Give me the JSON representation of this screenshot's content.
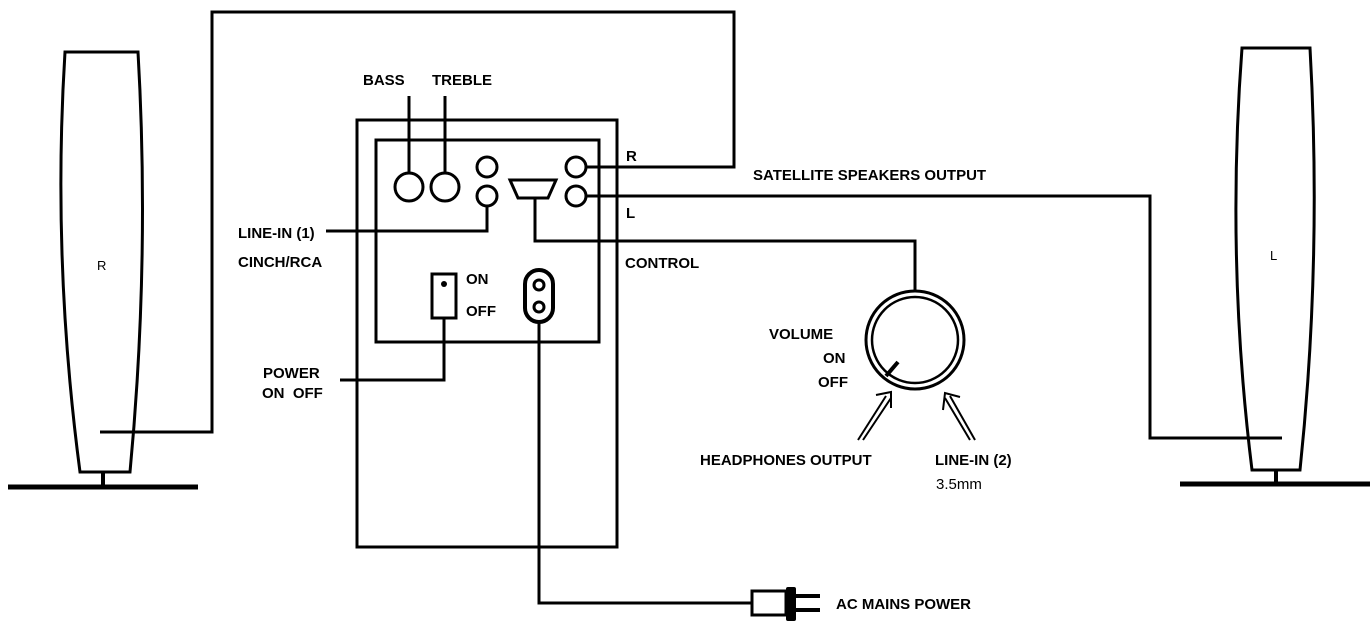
{
  "speakers": {
    "right_label": "R",
    "left_label": "L"
  },
  "labels": {
    "bass": "BASS",
    "treble": "TREBLE",
    "r_channel": "R",
    "l_channel": "L",
    "satellite_output": "SATELLITE SPEAKERS OUTPUT",
    "line_in_1": "LINE-IN (1)",
    "cinch_rca": "CINCH/RCA",
    "control": "CONTROL",
    "switch_on": "ON",
    "switch_off": "OFF",
    "power_line1": "POWER",
    "power_line2": "ON  OFF",
    "volume": "VOLUME",
    "volume_on": "ON",
    "volume_off": "OFF",
    "headphones_output": "HEADPHONES OUTPUT",
    "line_in_2": "LINE-IN (2)",
    "line_in_2_size": "3.5mm",
    "ac_mains_power": "AC MAINS POWER"
  }
}
